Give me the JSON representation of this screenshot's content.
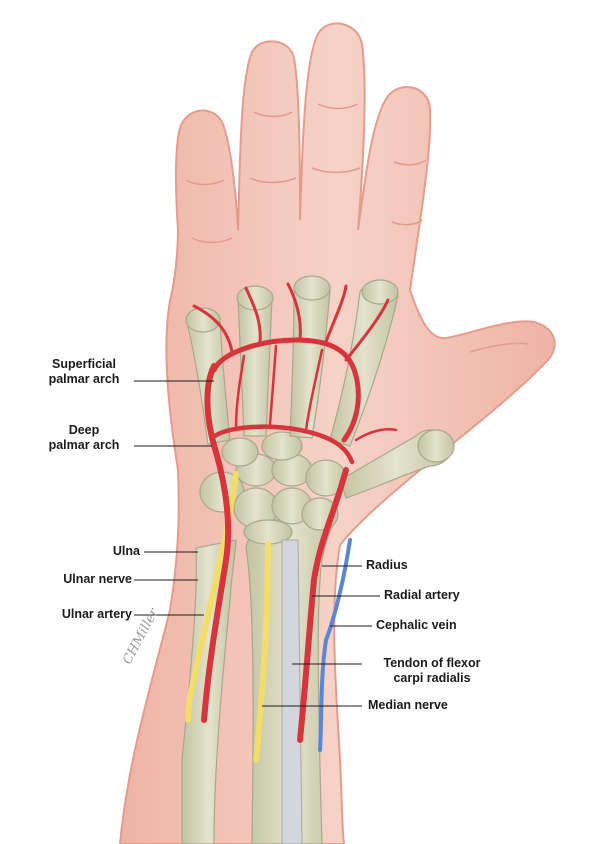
{
  "diagram": {
    "labels": {
      "superficial_arch_line1": "Superficial",
      "superficial_arch_line2": "palmar arch",
      "deep_arch_line1": "Deep",
      "deep_arch_line2": "palmar arch",
      "ulna": "Ulna",
      "ulnar_nerve": "Ulnar nerve",
      "ulnar_artery": "Ulnar artery",
      "radius": "Radius",
      "radial_artery": "Radial artery",
      "cephalic_vein": "Cephalic vein",
      "tendon_line1": "Tendon of flexor",
      "tendon_line2": "carpi radialis",
      "median_nerve": "Median nerve"
    },
    "signature": "CHMiller",
    "colors": {
      "skin": "#f2c3b6",
      "skin_outline": "#e59c8c",
      "bone": "#d9d8bd",
      "artery": "#d8343c",
      "nerve": "#f2dd6a",
      "vein": "#5b86d8",
      "tendon": "#d3d6da"
    }
  }
}
